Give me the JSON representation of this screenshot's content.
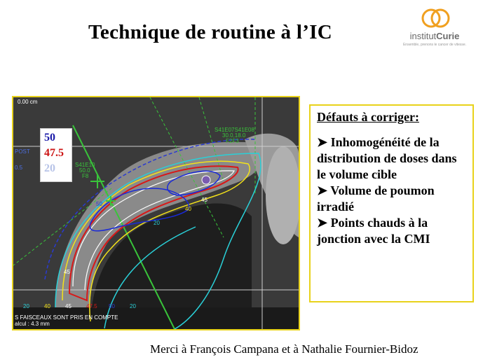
{
  "slide": {
    "title": "Technique de routine à l’IC",
    "credit": "Merci à François Campana et à Nathalie Fournier-Bidoz"
  },
  "logo": {
    "prefix": "institut",
    "brand": "Curie",
    "tagline": "Ensemble, prenons le cancer de vitesse."
  },
  "image": {
    "top_left_label": "0.00 cm",
    "post_label": "POST",
    "post_value": "0.5",
    "field_label_1": "S41E07S41E08",
    "field_label_2": "30.0,18.0",
    "field_label_3": "F2F3",
    "field_label_4": "S41E10",
    "field_label_5": "50.0",
    "field_label_6": "F8",
    "bottom_note_1": "S FAISCEAUX SONT PRIS EN COMPTE",
    "bottom_note_2": "alcul : 4.3 mm",
    "bottom_values": [
      "20",
      "40",
      "45",
      "47.5",
      "50",
      "20"
    ],
    "isodose_labels": [
      "50",
      "45",
      "40",
      "20",
      "45"
    ]
  },
  "legend": {
    "items": [
      {
        "label": "50",
        "color": "#1a1aa8"
      },
      {
        "label": "47.5",
        "color": "#cc1414"
      },
      {
        "label": "20",
        "color": "#b8c4e8"
      }
    ]
  },
  "defects": {
    "heading": "Défauts à corriger:",
    "bullet_icon": "➤",
    "items": [
      "Inhomogénéité de la distribution de doses dans le volume cible",
      "Volume de poumon irradié",
      "Points chauds à la jonction avec la CMI"
    ]
  }
}
